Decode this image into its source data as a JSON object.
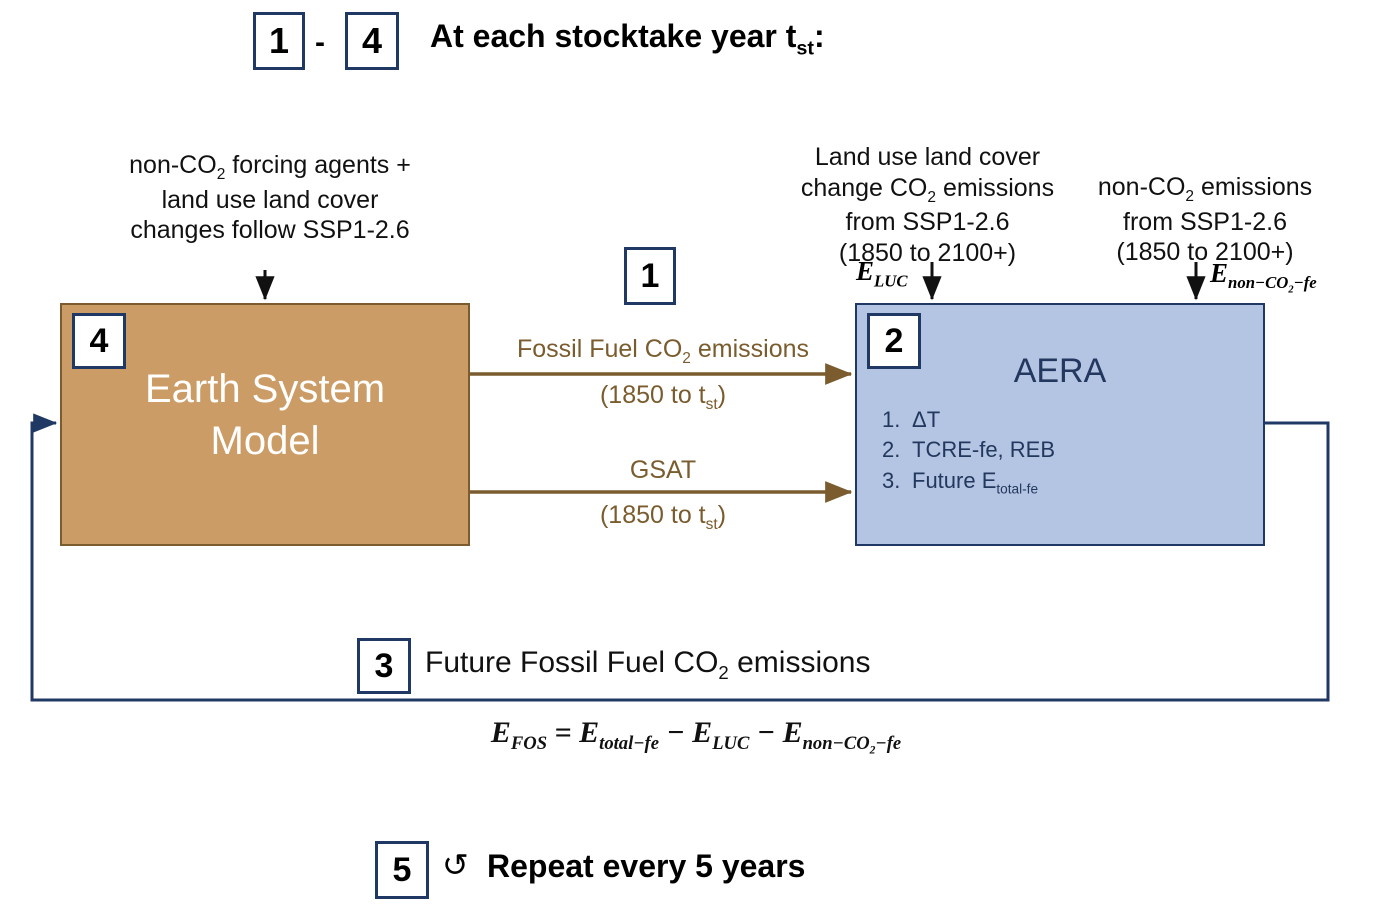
{
  "header": {
    "badge_first": "1",
    "dash": "-",
    "badge_last": "4",
    "title": "At each stocktake year t",
    "title_sub": "st",
    "title_tail": ":"
  },
  "captions": {
    "left_forcing": {
      "line1_a": "non-CO",
      "line1_sub": "2",
      "line1_b": " forcing agents +",
      "line2": "land use land cover",
      "line3": "changes follow SSP1-2.6"
    },
    "luc": {
      "line1": "Land use land cover",
      "line2_a": "change CO",
      "line2_sub": "2",
      "line2_b": " emissions",
      "line3": "from SSP1-2.6",
      "line4": "(1850 to 2100+)"
    },
    "non_co2": {
      "line1_a": "non-CO",
      "line1_sub": "2",
      "line1_b": " emissions",
      "line2": "from SSP1-2.6",
      "line3": "(1850 to 2100+)"
    }
  },
  "math_labels": {
    "e_luc_base": "E",
    "e_luc_sub": "LUC",
    "e_nonco2_base": "E",
    "e_nonco2_sub_a": "non",
    "e_nonco2_sub_dash": "−",
    "e_nonco2_sub_co": "CO",
    "e_nonco2_sub_2": "2",
    "e_nonco2_sub_fe": "−fe"
  },
  "esm_box": {
    "badge": "4",
    "title_line1": "Earth System",
    "title_line2": "Model",
    "fill_color": "#CC9C66",
    "border_color": "#7A5C2E"
  },
  "aera_box": {
    "badge": "2",
    "title": "AERA",
    "fill_color": "#B4C4E3",
    "border_color": "#1F3864",
    "items": [
      {
        "num": "1.",
        "text": "ΔT",
        "sub": ""
      },
      {
        "num": "2.",
        "text": "TCRE-fe, REB",
        "sub": ""
      },
      {
        "num": "3.",
        "text": "Future E",
        "sub": "total-fe"
      }
    ]
  },
  "arrows": {
    "badge_middle": "1",
    "color": "#7A5C2E",
    "fossil_fuel": {
      "label_a": "Fossil Fuel CO",
      "label_sub": "2",
      "label_b": " emissions",
      "range_a": "(1850 to t",
      "range_sub": "st",
      "range_b": ")"
    },
    "gsat": {
      "label": "GSAT",
      "range_a": "(1850 to t",
      "range_sub": "st",
      "range_b": ")"
    }
  },
  "feedback": {
    "badge": "3",
    "label_a": "Future Fossil Fuel CO",
    "label_sub": "2",
    "label_b": " emissions",
    "line_color": "#1F3864",
    "formula": {
      "lhs_base": "E",
      "lhs_sub": "FOS",
      "eq": " = ",
      "t1_base": "E",
      "t1_sub": "total−fe",
      "op1": " − ",
      "t2_base": "E",
      "t2_sub": "LUC",
      "op2": " − ",
      "t3_base": "E",
      "t3_sub_a": "non−CO",
      "t3_sub_2": "2",
      "t3_sub_b": "−fe"
    }
  },
  "repeat": {
    "badge": "5",
    "icon": "↺",
    "text": "Repeat every 5 years"
  }
}
